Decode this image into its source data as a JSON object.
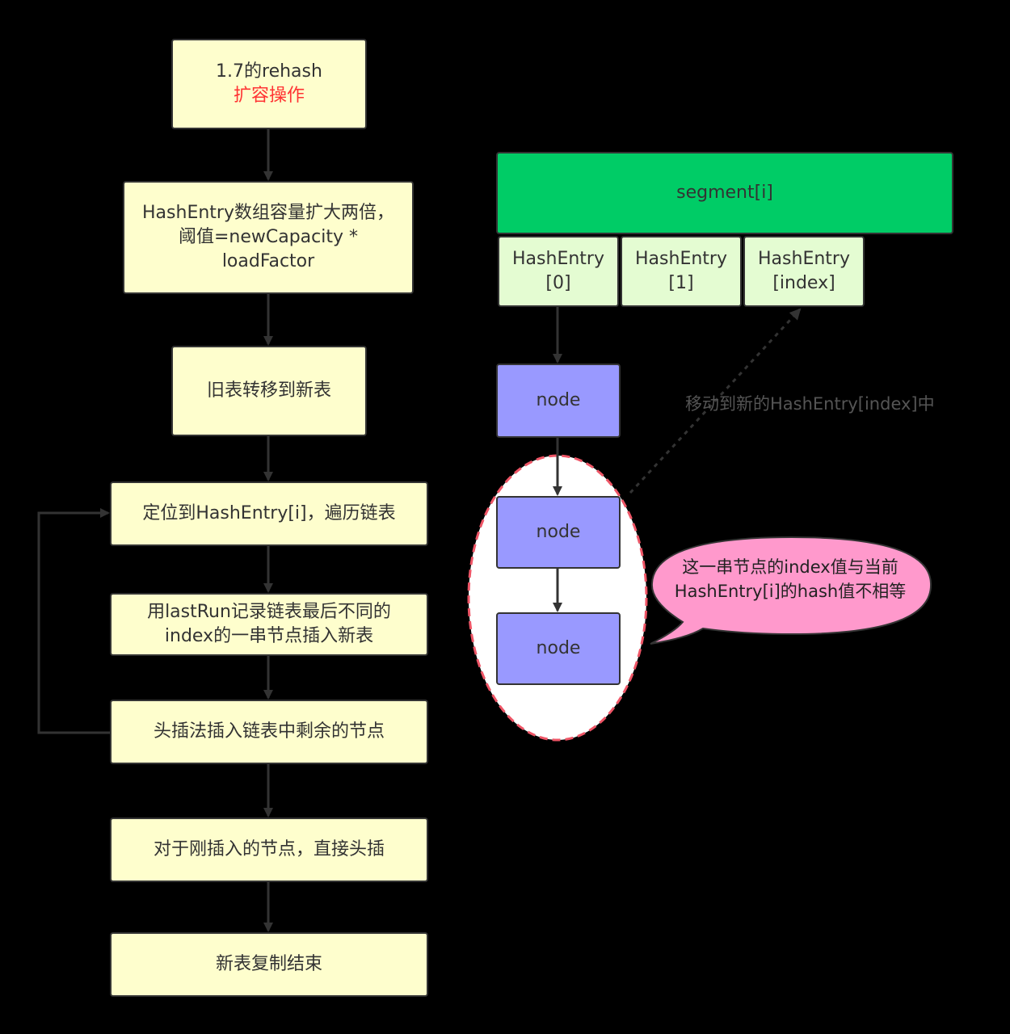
{
  "flow": {
    "step1_line1": "1.7的rehash",
    "step1_line2": "扩容操作",
    "step2": "HashEntry数组容量扩大两倍，阈值=newCapacity * loadFactor",
    "step3": "旧表转移到新表",
    "step4": "定位到HashEntry[i]，遍历链表",
    "step5": "用lastRun记录链表最后不同的index的一串节点插入新表",
    "step6": "头插法插入链表中剩余的节点",
    "step7": "对于刚插入的节点，直接头插",
    "step8": "新表复制结束"
  },
  "segment": {
    "label": "segment[i]",
    "entries": [
      "HashEntry[0]",
      "HashEntry[1]",
      "HashEntry[index]"
    ],
    "nodes": [
      "node",
      "node",
      "node"
    ]
  },
  "annotations": {
    "move_label": "移动到新的HashEntry[index]中",
    "bubble": "这一串节点的index值与当前HashEntry[i]的hash值不相等"
  },
  "colors": {
    "flow_box": "#fefecd",
    "highlight_text": "#ff3333",
    "segment": "#00cc66",
    "entry": "#e4fcd2",
    "node": "#9999ff",
    "bubble": "#ff99cc",
    "dashed_ellipse": "#ee5566"
  }
}
